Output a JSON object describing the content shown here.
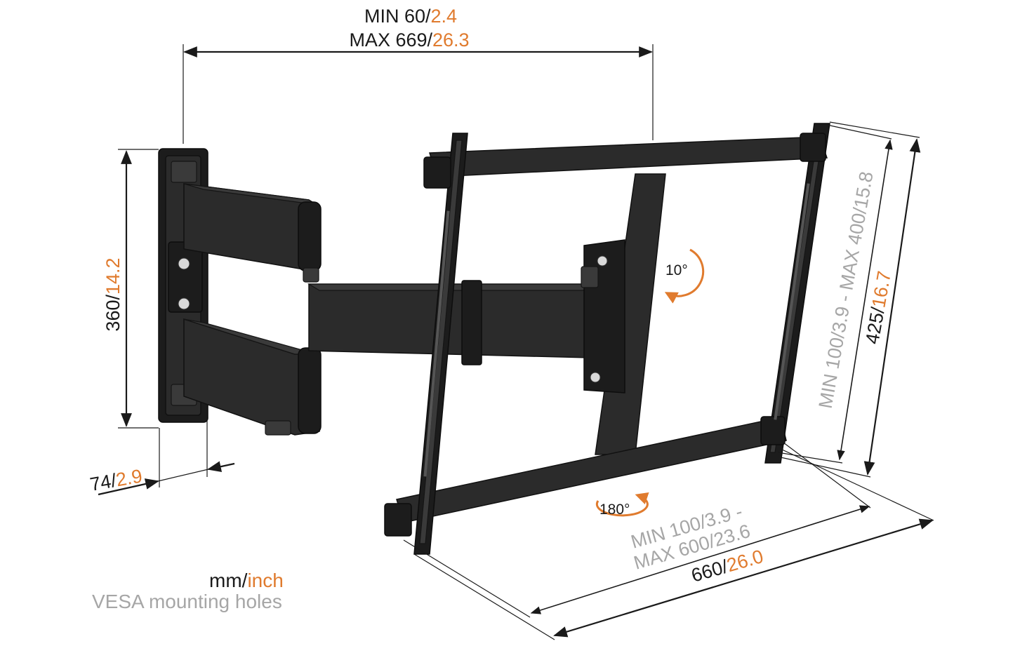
{
  "dimensions": {
    "arm_min": {
      "label": "MIN 60/",
      "value": "2.4"
    },
    "arm_max": {
      "label": "MAX 669/",
      "value": "26.3"
    },
    "wallplate_height": {
      "label": "360/",
      "value": "14.2"
    },
    "wallplate_depth": {
      "label": "74/",
      "value": "2.9"
    },
    "vesa_vertical": {
      "text": "MIN 100/3.9 - MAX 400/15.8"
    },
    "frame_height": {
      "label": "425/",
      "value": "16.7"
    },
    "vesa_horizontal_min": {
      "text": "MIN 100/3.9 -"
    },
    "vesa_horizontal_max": {
      "text": "MAX 600/23.6"
    },
    "frame_width": {
      "label": "660/",
      "value": "26.0"
    }
  },
  "rotations": {
    "tilt": "10°",
    "swivel": "180°"
  },
  "legend": {
    "units_prefix": "mm/",
    "units_suffix": "inch",
    "vesa_note": "VESA mounting holes"
  },
  "colors": {
    "metric": "#1a1a1a",
    "imperial": "#e07b2e",
    "vesa": "#a6a6a6"
  }
}
